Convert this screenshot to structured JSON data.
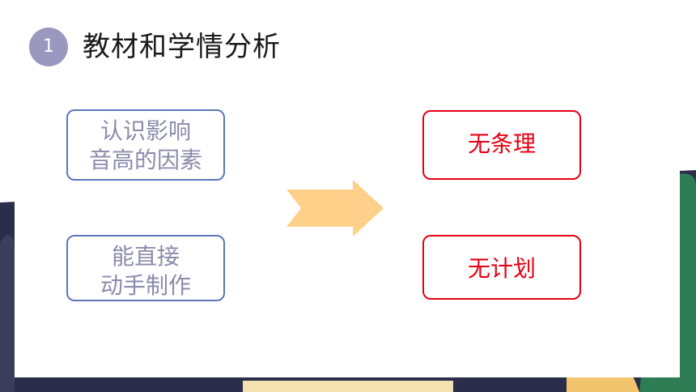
{
  "slide": {
    "section_number": "1",
    "title": "教材和学情分析"
  },
  "left_boxes": [
    {
      "line1": "认识影响",
      "line2": "音高的因素"
    },
    {
      "line1": "能直接",
      "line2": "动手制作"
    }
  ],
  "right_boxes": [
    {
      "label": "无条理"
    },
    {
      "label": "无计划"
    }
  ],
  "colors": {
    "badge": "#9b98bf",
    "blue_border": "#5c77b8",
    "blue_text": "#8a8cab",
    "red": "#e60012",
    "arrow": "#ffd08a"
  }
}
